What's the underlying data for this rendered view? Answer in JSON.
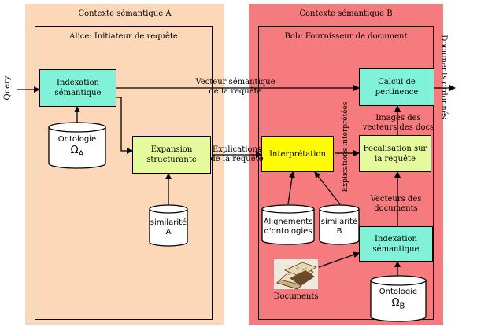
{
  "contexts": {
    "a_title": "Contexte sémantique A",
    "b_title": "Contexte sémantique B",
    "alice_title": "Alice: Initiateur de requête",
    "bob_title": "Bob: Fournisseur de document"
  },
  "boxes": {
    "indexation_a_l1": "Indexation",
    "indexation_a_l2": "sémantique",
    "expansion_l1": "Expansion",
    "expansion_l2": "structurante",
    "interpretation": "Interprétation",
    "calcul_l1": "Calcul de",
    "calcul_l2": "pertinence",
    "focalisation_l1": "Focalisation sur",
    "focalisation_l2": "la requête",
    "indexation_b_l1": "Indexation",
    "indexation_b_l2": "sémantique"
  },
  "stores": {
    "ontologie_a_l1": "Ontologie",
    "ontologie_a_sym": "Ω",
    "ontologie_a_sub": "A",
    "similarite_a_l1": "similarité",
    "similarite_a_l2": "A",
    "alignements_l1": "Alignements",
    "alignements_l2": "d'ontologies",
    "similarite_b_l1": "similarité",
    "similarite_b_l2": "B",
    "ontologie_b_l1": "Ontologie",
    "ontologie_b_sym": "Ω",
    "ontologie_b_sub": "B"
  },
  "labels": {
    "query": "Query",
    "vecteur_l1": "Vecteur sémantique",
    "vecteur_l2": "de la requête",
    "explications_l1": "Explications",
    "explications_l2": "de la requête",
    "explications_interpretees": "Explications interprétées",
    "images_l1": "Images des",
    "images_l2": "vecteurs des docs",
    "vecteurs_docs_l1": "Vecteurs des",
    "vecteurs_docs_l2": "documents",
    "documents": "Documents",
    "documents_ordonnes": "Documents ordonnés"
  },
  "colors": {
    "context_a_bg": "#fcd8b8",
    "context_b_bg": "#f57b7e",
    "process_cyan": "#7ff2d8",
    "process_lightgreen": "#e5fa9c",
    "process_yellow": "#fffb02"
  }
}
